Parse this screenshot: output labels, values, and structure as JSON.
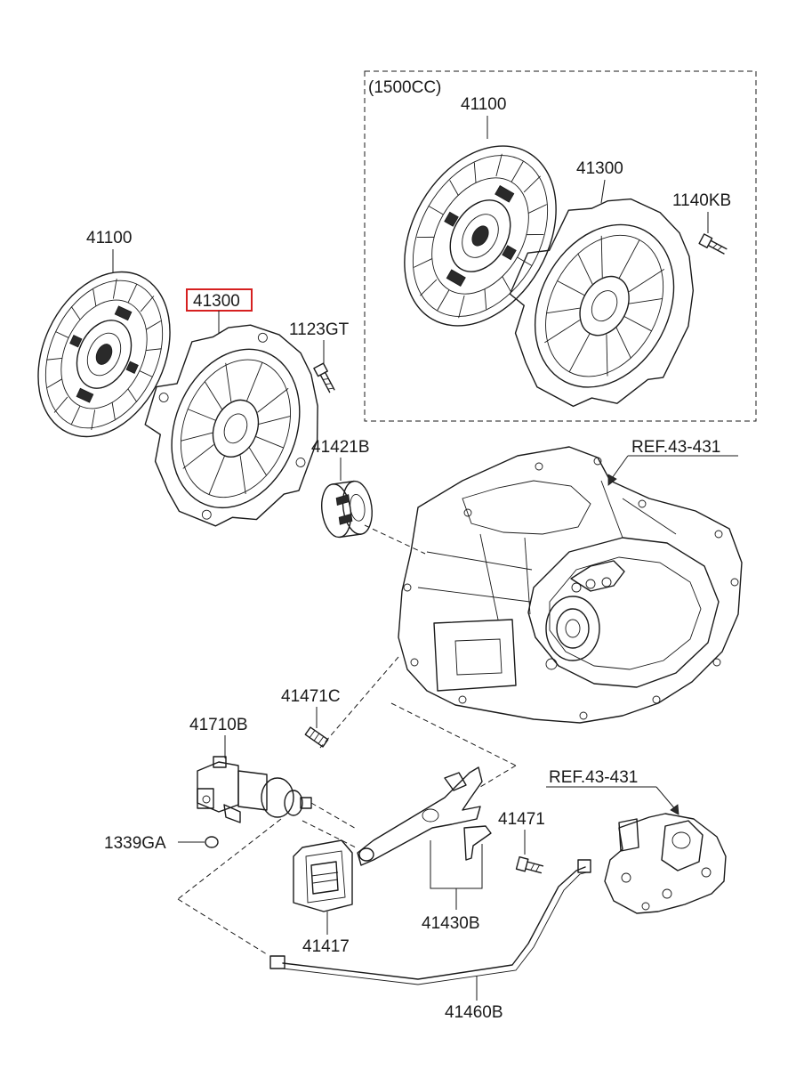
{
  "colors": {
    "ink": "#1a1a1a",
    "highlight": "#d62020",
    "background": "#ffffff"
  },
  "group": {
    "label": "(1500CC)"
  },
  "callouts": {
    "disc_main": "41100",
    "cover_main": "41300",
    "bolt_main": "1123GT",
    "disc_1500": "41100",
    "cover_1500": "41300",
    "bolt_1500": "1140KB",
    "release_bearing": "41421B",
    "ref_transaxle": "REF.43-431",
    "bushing": "41471C",
    "release_cylinder": "41710B",
    "washer": "1339GA",
    "boot": "41417",
    "fork_assy": "41430B",
    "fork_bolt": "41471",
    "ref_mount": "REF.43-431",
    "hose": "41460B"
  },
  "highlighted": "cover_main"
}
